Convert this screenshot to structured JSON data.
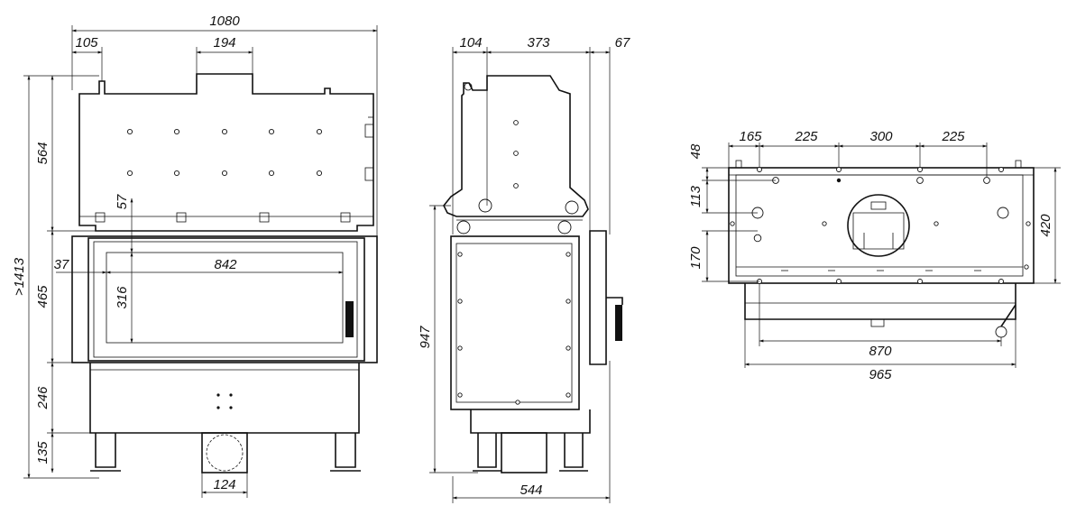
{
  "front_view": {
    "dims": {
      "overall_width": "1080",
      "left_offset": "105",
      "flue_width": "194",
      "top_height": "564",
      "overall_height": ">1413",
      "mid_height": "465",
      "lower_height": "246",
      "leg_height": "135",
      "vertical_57": "57",
      "glass_offset": "37",
      "glass_width": "842",
      "glass_height": "316",
      "duct_width": "124"
    }
  },
  "side_view": {
    "dims": {
      "left_offset": "104",
      "mid_width": "373",
      "right_offset": "67",
      "height": "947",
      "depth": "544"
    }
  },
  "top_view": {
    "dims": {
      "h1": "165",
      "h2": "225",
      "h3": "300",
      "h4": "225",
      "v1": "48",
      "v2": "113",
      "v3": "170",
      "depth": "420",
      "inner_width": "870",
      "overall_width": "965"
    }
  }
}
